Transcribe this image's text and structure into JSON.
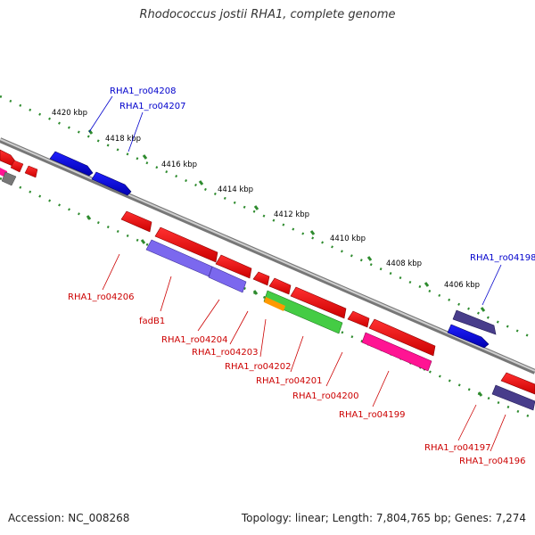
{
  "title": "Rhodococcus jostii RHA1, complete genome",
  "accession": "Accession: NC_008268",
  "summary": "Topology: linear; Length: 7,804,765 bp; Genes: 7,274",
  "colors": {
    "backbone": "#8a8a8a",
    "tick": "#2e8b2e",
    "forward_label": "#0000cc",
    "reverse_label": "#cc0000",
    "red_gene": "#ff0000",
    "blue_gene": "#0000ee",
    "purple_gene": "#7b68ee",
    "navy_gene": "#483d8b",
    "green_gene": "#44cc44",
    "pink_gene": "#ff1493",
    "grey_gene": "#777777",
    "orange_gene": "#ff9900"
  },
  "scale_labels": [
    "4420 kbp",
    "4418 kbp",
    "4416 kbp",
    "4414 kbp",
    "4412 kbp",
    "4410 kbp",
    "4408 kbp",
    "4406 kbp"
  ],
  "forward_labels": [
    "RHA1_ro04208",
    "RHA1_ro04207",
    "RHA1_ro04198"
  ],
  "reverse_labels": [
    "RHA1_ro04206",
    "fadB1",
    "RHA1_ro04204",
    "RHA1_ro04203",
    "RHA1_ro04202",
    "RHA1_ro04201",
    "RHA1_ro04200",
    "RHA1_ro04199",
    "RHA1_ro04197",
    "RHA1_ro04196"
  ]
}
